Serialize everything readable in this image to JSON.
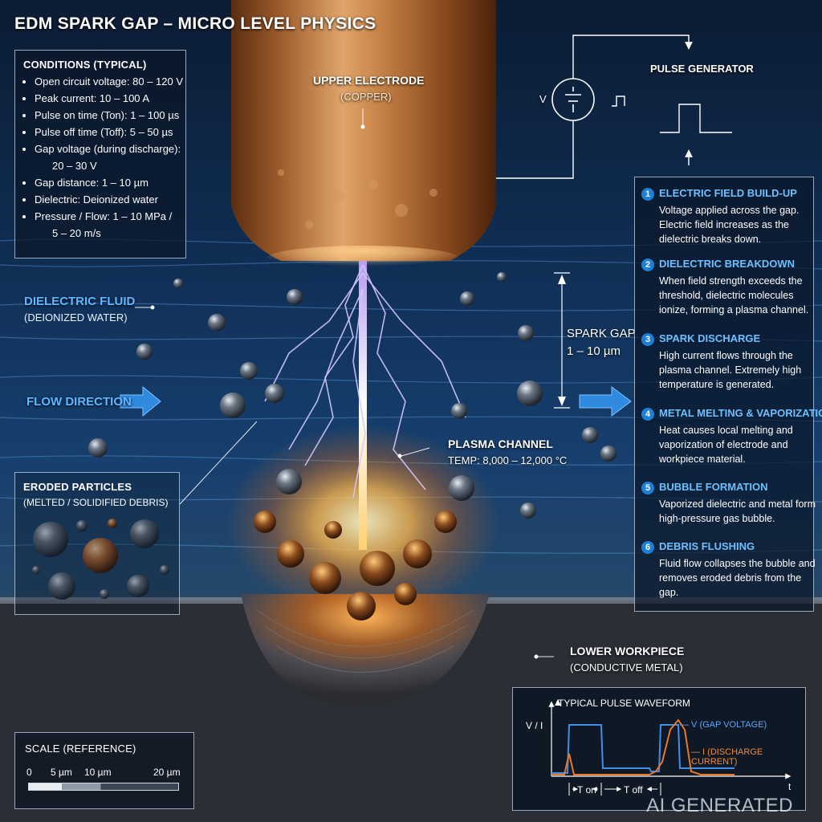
{
  "title": "EDM SPARK GAP – MICRO LEVEL PHYSICS",
  "conditions": {
    "heading": "CONDITIONS (TYPICAL)",
    "items": [
      "Open circuit voltage: 80 – 120 V",
      "Peak current: 10 – 100 A",
      "Pulse on time (Ton): 1 – 100 µs",
      "Pulse off time (Toff): 5 – 50 µs",
      "Gap voltage (during discharge):",
      "20 – 30 V",
      "Gap distance: 1 – 10 µm",
      "Dielectric: Deionized water",
      "Pressure / Flow: 1 – 10 MPa /",
      "5 – 20 m/s"
    ]
  },
  "electrode": {
    "label": "UPPER ELECTRODE",
    "sub": "(COPPER)"
  },
  "pulse_generator": {
    "label": "PULSE GENERATOR",
    "voltage_symbol": "V"
  },
  "dielectric": {
    "label": "DIELECTRIC FLUID",
    "sub": "(DEIONIZED WATER)"
  },
  "flow": {
    "label": "FLOW DIRECTION"
  },
  "spark_gap": {
    "label": "SPARK GAP",
    "value": "1 – 10 µm"
  },
  "plasma": {
    "label": "PLASMA CHANNEL",
    "temp": "TEMP: 8,000 – 12,000 °C"
  },
  "eroded": {
    "heading": "ERODED PARTICLES",
    "sub": "(MELTED / SOLIDIFIED DEBRIS)"
  },
  "workpiece": {
    "label": "LOWER WORKPIECE",
    "sub": "(CONDUCTIVE METAL)"
  },
  "steps": [
    {
      "num": "1",
      "title": "ELECTRIC FIELD BUILD-UP",
      "body": "Voltage applied across the gap. Electric field increases as the dielectric breaks down."
    },
    {
      "num": "2",
      "title": "DIELECTRIC BREAKDOWN",
      "body": "When field strength exceeds the threshold, dielectric molecules ionize, forming a plasma channel."
    },
    {
      "num": "3",
      "title": "SPARK DISCHARGE",
      "body": "High current flows through the plasma channel. Extremely high temperature is generated."
    },
    {
      "num": "4",
      "title": "METAL MELTING & VAPORIZATION",
      "body": "Heat causes local melting and vaporization of electrode and workpiece material."
    },
    {
      "num": "5",
      "title": "BUBBLE FORMATION",
      "body": "Vaporized dielectric and metal form high-pressure gas bubble."
    },
    {
      "num": "6",
      "title": "DEBRIS FLUSHING",
      "body": "Fluid flow collapses the bubble and removes eroded debris from the gap."
    }
  ],
  "waveform": {
    "heading": "TYPICAL PULSE WAVEFORM",
    "y_label": "V / I",
    "x_label": "t",
    "voltage_legend": "— V (GAP VOLTAGE)",
    "current_legend": "— I (DISCHARGE CURRENT)",
    "ton": "T on",
    "toff": "T off",
    "voltage_color": "#3f8fe6",
    "current_color": "#e8782a"
  },
  "scale": {
    "heading": "SCALE (REFERENCE)",
    "ticks": [
      "0",
      "5 µm",
      "10 µm",
      "20 µm"
    ]
  },
  "watermark": "AI GENERATED",
  "colors": {
    "accent_blue": "#5fb8ff",
    "copper": "#c0773a",
    "plasma": "#ffd56a",
    "background": "#0b1a2e"
  }
}
